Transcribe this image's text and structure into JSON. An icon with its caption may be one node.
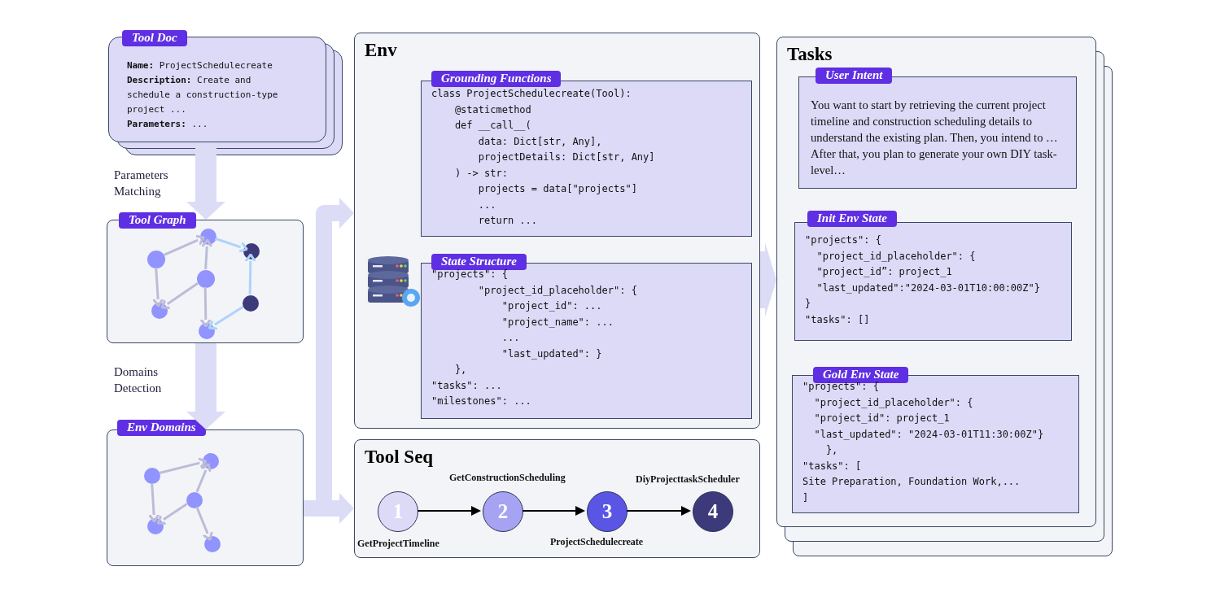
{
  "diagram": {
    "nodes": [
      {
        "text": [
          "Tool Doc",
          "**Name:** ProjectSchedulecreate",
          "**Description:** Create and schedule a construction-type project ...",
          "**Parameters:** ..."
        ]
      },
      {
        "text": [
          "Tool Graph"
        ]
      },
      {
        "text": [],
        "shape": "circle",
        "in": 1
      },
      {
        "text": [],
        "shape": "circle",
        "in": 1
      },
      {
        "text": [],
        "shape": "circle",
        "in": 1
      },
      {
        "text": [],
        "shape": "circle",
        "in": 1
      },
      {
        "text": [],
        "shape": "circle",
        "in": 1
      },
      {
        "text": [],
        "shape": "circle",
        "in": 1
      },
      {
        "text": [],
        "shape": "circle",
        "in": 1
      },
      {
        "text": [
          "Env Domains"
        ]
      },
      {
        "text": [],
        "shape": "circle",
        "in": 9
      },
      {
        "text": [],
        "shape": "circle",
        "in": 9
      },
      {
        "text": [],
        "shape": "circle",
        "in": 9
      },
      {
        "text": [],
        "shape": "circle",
        "in": 9
      },
      {
        "text": [],
        "shape": "circle",
        "in": 9
      },
      {
        "text": [
          "Env"
        ]
      },
      {
        "text": [
          "Grounding Functions",
          "class ProjectSchedulecreate(Tool):",
          "    @staticmethod",
          "    def __call__(",
          "        data: Dict[str, Any],",
          "        projectDetails: Dict[str, Any]",
          "    ) -> str:",
          "        projects = data[\"projects\"]",
          "        ...",
          "        return ..."
        ],
        "in": 15
      },
      {
        "text": [
          "State Structure",
          "\"projects\": {",
          "        \"project_id_placeholder\": {",
          "            \"project_id\": ...",
          "            \"project_name\": ...",
          "            ...",
          "            \"last_updated\": }",
          "    },",
          "\"tasks\": ...",
          "\"milestones\": ..."
        ],
        "in": 15
      },
      {
        "text": [
          "Tool Seq"
        ]
      },
      {
        "text": [
          "1"
        ],
        "beside": [
          "GetProjectTimeline"
        ],
        "in": 18
      },
      {
        "text": [
          "2"
        ],
        "beside": [
          "GetConstructionScheduling"
        ],
        "in": 18
      },
      {
        "text": [
          "3"
        ],
        "beside": [
          "ProjectSchedulecreate"
        ],
        "in": 18
      },
      {
        "text": [
          "4"
        ],
        "beside": [
          "DiyProjecttaskScheduler"
        ],
        "in": 18
      },
      {
        "text": [
          "Tasks"
        ]
      },
      {
        "text": [
          "User Intent",
          "You want to start by retrieving the current project timeline and construction scheduling details to understand the existing plan. Then, you intend to … After that, you plan to generate your own DIY task-level…"
        ],
        "in": 23
      },
      {
        "text": [
          "Init Env State",
          "\"projects\": {",
          "  \"project_id_placeholder\": {",
          "  \"project_id”: project_1",
          "  \"last_updated\":\"2024-03-01T10:00:00Z\"}",
          "}",
          "\"tasks\": []"
        ],
        "in": 23
      },
      {
        "text": [
          "Gold Env State",
          "\"projects\": {",
          "  \"project_id_placeholder\": {",
          "  \"project_id\": project_1",
          "  \"last_updated\": \"2024-03-01T11:30:00Z\"}",
          "    },",
          "\"tasks\": [",
          "Site Preparation, Foundation Work,...",
          "]"
        ],
        "in": 23
      }
    ],
    "edges": [
      {
        "from": 0,
        "to": 1,
        "arrow": "to",
        "label": "Parameters Matching",
        "style": "thick",
        "color": "#dcdcf6"
      },
      {
        "from": 1,
        "to": 9,
        "arrow": "to",
        "label": "Domains Detection",
        "style": "thick",
        "color": "#dcdcf6"
      },
      {
        "from": 9,
        "to": 15,
        "arrow": "to",
        "style": "thick",
        "color": "#dcdcf6"
      },
      {
        "from": 9,
        "to": 18,
        "arrow": "to",
        "style": "thick",
        "color": "#dcdcf6"
      },
      {
        "from": 15,
        "to": 23,
        "arrow": "to",
        "style": "thick",
        "color": "#dcdcf6"
      },
      {
        "from": 19,
        "to": 20,
        "arrow": "to",
        "color": "#000000"
      },
      {
        "from": 20,
        "to": 21,
        "arrow": "to",
        "color": "#000000"
      },
      {
        "from": 21,
        "to": 22,
        "arrow": "to",
        "color": "#000000"
      },
      {
        "from": 4,
        "to": 2,
        "arrow": "to",
        "color": "#bcbcd8"
      },
      {
        "from": 4,
        "to": 7,
        "arrow": "to",
        "color": "#bcbcd8"
      },
      {
        "from": 5,
        "to": 2,
        "arrow": "to",
        "color": "#bcbcd8"
      },
      {
        "from": 5,
        "to": 7,
        "arrow": "to",
        "color": "#bcbcd8"
      },
      {
        "from": 5,
        "to": 8,
        "arrow": "to",
        "color": "#bcbcd8"
      },
      {
        "from": 2,
        "to": 3,
        "arrow": "to",
        "color": "#add3fb"
      },
      {
        "from": 6,
        "to": 3,
        "arrow": "to",
        "color": "#add3fb"
      },
      {
        "from": 6,
        "to": 8,
        "arrow": "to",
        "color": "#add3fb"
      },
      {
        "from": 11,
        "to": 10,
        "arrow": "to",
        "color": "#bcbcd8"
      },
      {
        "from": 11,
        "to": 13,
        "arrow": "to",
        "color": "#bcbcd8"
      },
      {
        "from": 12,
        "to": 10,
        "arrow": "to",
        "color": "#bcbcd8"
      },
      {
        "from": 12,
        "to": 13,
        "arrow": "to",
        "color": "#bcbcd8"
      },
      {
        "from": 12,
        "to": 14,
        "arrow": "to",
        "color": "#bcbcd8"
      }
    ]
  }
}
